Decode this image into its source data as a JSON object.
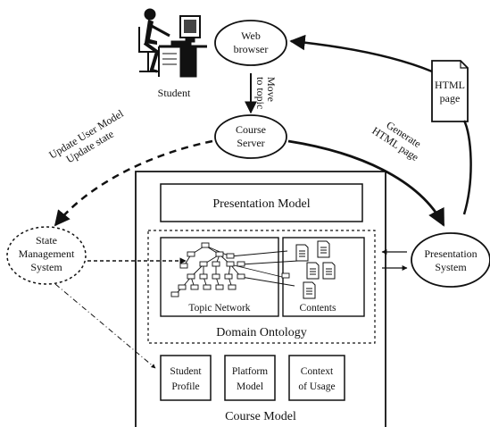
{
  "nodes": {
    "web_browser": [
      "Web",
      "browser"
    ],
    "student": "Student",
    "course_server": [
      "Course",
      "Server"
    ],
    "presentation_system": [
      "Presentation",
      "System"
    ],
    "state_management": [
      "State",
      "Management",
      "System"
    ],
    "html_page_doc": [
      "HTML",
      "page"
    ]
  },
  "course_model": {
    "label": "Course Model",
    "presentation_model": "Presentation Model",
    "domain_ontology": "Domain Ontology",
    "topic_network": "Topic Network",
    "contents": "Contents",
    "student_profile": [
      "Student",
      "Profile"
    ],
    "platform_model": [
      "Platform",
      "Model"
    ],
    "context_of_usage": [
      "Context",
      "of Usage"
    ]
  },
  "edges": {
    "move_to_topic": [
      "Move",
      "to topic"
    ],
    "generate_html": [
      "Generate",
      "HTML page"
    ],
    "update_user_model": [
      "Update User Model",
      "Update state"
    ]
  },
  "colors": {
    "ink": "#111111",
    "fill": "#ffffff"
  },
  "icons": {
    "student": "person-at-computer-icon",
    "document": "document-icon"
  }
}
